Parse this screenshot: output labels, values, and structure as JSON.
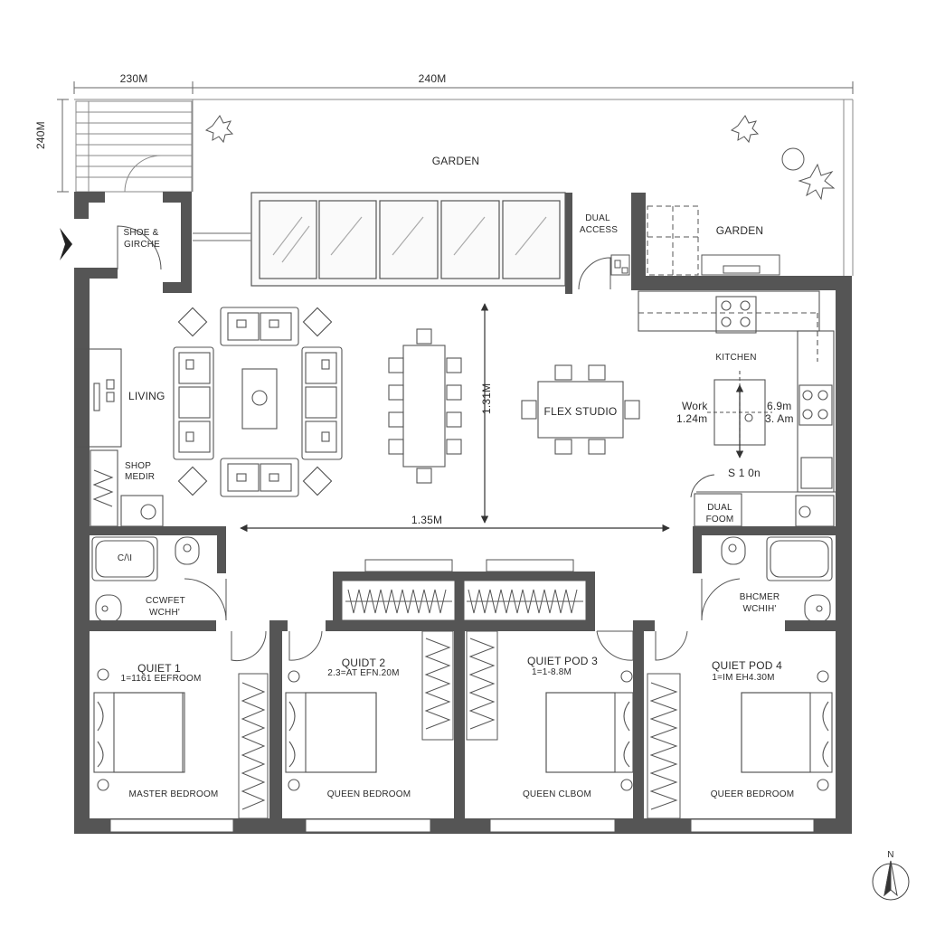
{
  "dimensions": {
    "top_left": "230M",
    "top_right": "240M",
    "left_vertical": "240M",
    "vertical_center": "1.31M",
    "horizontal_center": "1.35M"
  },
  "rooms": {
    "garden_top": "GARDEN",
    "garden_right": "GARDEN",
    "shoe_line1": "SHOE &",
    "shoe_line2": "GIRCHE",
    "dual_access_line1": "DUAL",
    "dual_access_line2": "ACCESS",
    "living": "LIVING",
    "flex_studio": "FLEX STUDIO",
    "kitchen": "KITCHEN",
    "work_line1": "Work",
    "work_line2": "1.24m",
    "kitchen_dim1": "6.9m",
    "kitchen_dim2": "3. Am",
    "kitchen_dim3": "S 1 0n",
    "shop_line1": "SHOP",
    "shop_line2": "MEDIR",
    "dual_room_line1": "DUAL",
    "dual_room_line2": "FOOM",
    "bath_left_line1": "CCWFET",
    "bath_left_line2": "WCHH'",
    "bath_right_line1": "BHCMER",
    "bath_right_line2": "WCHIH'",
    "bed1_title": "QUIET 1",
    "bed1_sub": "1=1161 EEFROOM",
    "bed1_name": "MASTER BEDROOM",
    "bed2_title": "QUIDT 2",
    "bed2_sub": "2.3=AT EFN.20M",
    "bed2_name": "QUEEN BEDROOM",
    "bed3_title": "QUIET POD 3",
    "bed3_sub": "1=1-8.8M",
    "bed3_name": "QUEEN CLBOM",
    "bed4_title": "QUIET POD 4",
    "bed4_sub": "1=IM EH4.30M",
    "bed4_name": "QUEER BEDROOM",
    "tub_label": "C/\\I"
  },
  "compass": {
    "north": "N"
  },
  "colors": {
    "wall": "#555555",
    "line": "#6a6a6a",
    "dim": "#333333"
  }
}
